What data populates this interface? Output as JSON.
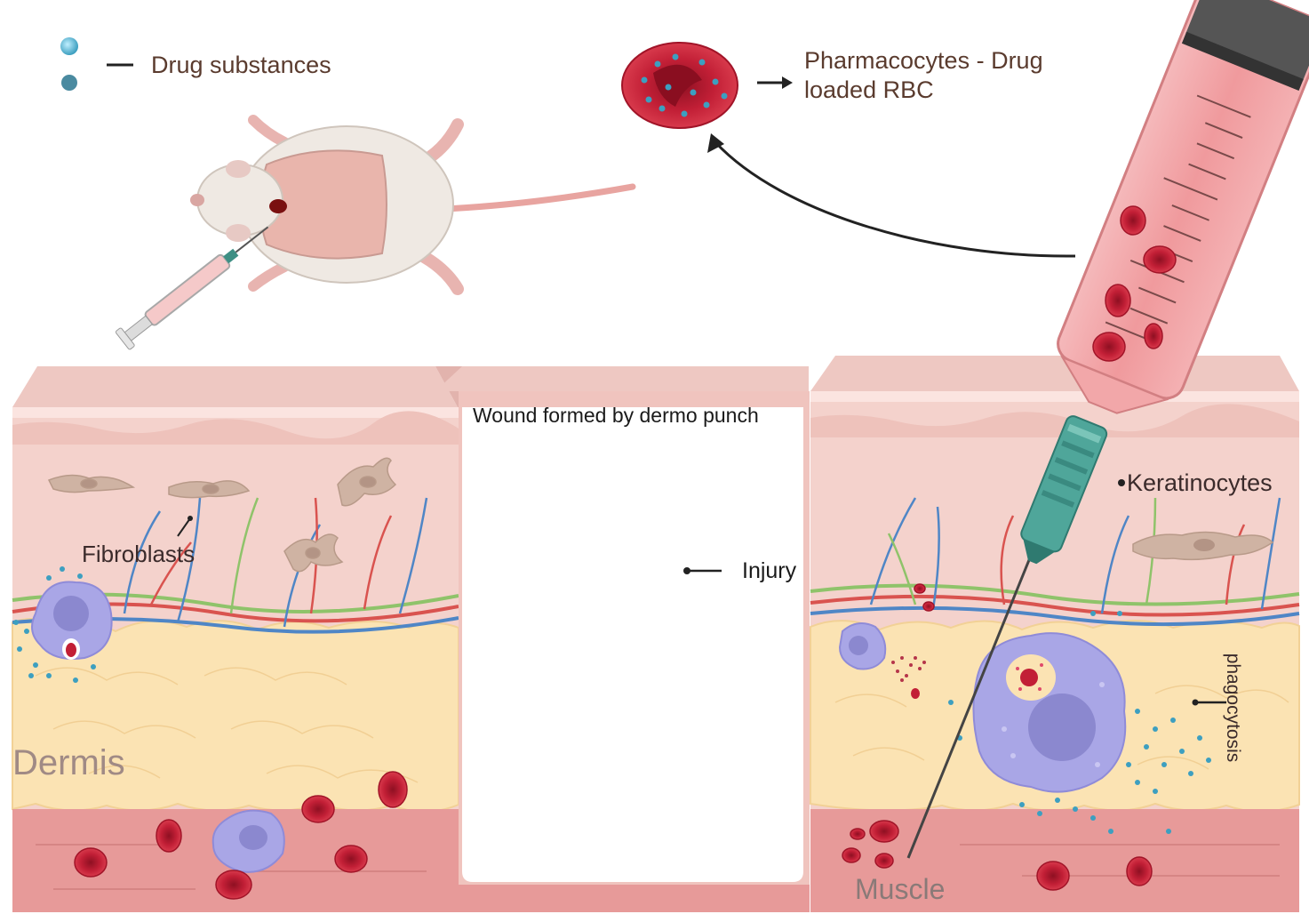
{
  "labels": {
    "drug_substances": "Drug substances",
    "pharmacocytes_line1": "Pharmacocytes - Drug",
    "pharmacocytes_line2": "loaded RBC",
    "wound": "Wound formed by dermo punch",
    "fibroblasts": "Fibroblasts",
    "injury": "Injury",
    "keratinocytes": "Keratinocytes",
    "phagocytosis": "phagocytosis",
    "dermis": "Dermis",
    "muscle": "Muscle"
  },
  "colors": {
    "skin_top": "#e9c4bf",
    "dermis": "#f4d2cc",
    "fat": "#fbe3b3",
    "muscle": "#e79a99",
    "rbc": "#c21f36",
    "macrophage": "#a9a6e6",
    "nucleus": "#8b88cf",
    "drug_particle": "#3d9fc0",
    "syringe_body": "#f2a7a9",
    "hub": "#4fa69a",
    "fibroblast": "#cfb3a3",
    "vessel_blue": "#4f86c6",
    "vessel_red": "#d9534f",
    "vessel_green": "#8fc36a"
  }
}
